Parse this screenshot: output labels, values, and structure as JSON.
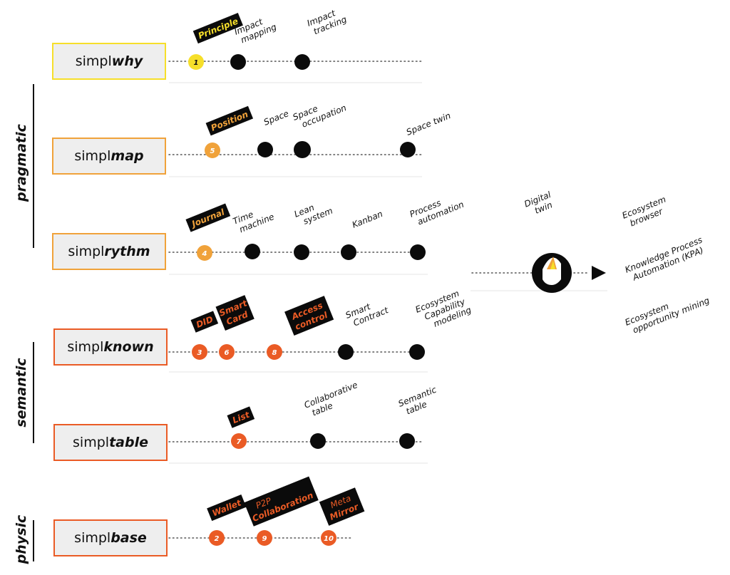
{
  "colors": {
    "yellow": "#f6df2a",
    "orange": "#f0a23a",
    "red": "#ea5b25",
    "black": "#0b0b0b"
  },
  "categories": {
    "pragmatic": "pragmatic",
    "semantic": "semantic",
    "physic": "physic"
  },
  "rows": [
    {
      "id": "why",
      "prefix": "simpl",
      "suffix": "why",
      "color": "#f6df2a"
    },
    {
      "id": "map",
      "prefix": "simpl",
      "suffix": "map",
      "color": "#f0a23a"
    },
    {
      "id": "rythm",
      "prefix": "simpl",
      "suffix": "rythm",
      "color": "#f0a23a"
    },
    {
      "id": "known",
      "prefix": "simpl",
      "suffix": "known",
      "color": "#ea5b25"
    },
    {
      "id": "table",
      "prefix": "simpl",
      "suffix": "table",
      "color": "#ea5b25"
    },
    {
      "id": "base",
      "prefix": "simpl",
      "suffix": "base",
      "color": "#ea5b25"
    }
  ],
  "numbered": [
    {
      "n": "1",
      "label": "Principle",
      "color": "yellow",
      "tag": "Principle"
    },
    {
      "n": "5",
      "label": "Position",
      "color": "orange"
    },
    {
      "n": "4",
      "label": "Journal",
      "color": "orange"
    },
    {
      "n": "3",
      "label": "DID",
      "color": "red"
    },
    {
      "n": "6",
      "label": "Smart Card",
      "color": "red"
    },
    {
      "n": "8",
      "label": "Access control",
      "color": "red"
    },
    {
      "n": "7",
      "label": "List",
      "color": "red"
    },
    {
      "n": "2",
      "label": "Wallet",
      "color": "red"
    },
    {
      "n": "9",
      "label": "P2P Collaboration",
      "color": "red"
    },
    {
      "n": "10",
      "label": "Meta Mirror",
      "color": "red"
    }
  ],
  "tags": {
    "principle": "Principle",
    "position": "Position",
    "journal": "Journal",
    "did": "DID",
    "smart_card_1": "Smart",
    "smart_card_2": "Card",
    "access_1": "Access",
    "access_2": "control",
    "list": "List",
    "wallet": "Wallet",
    "p2p": "P2P",
    "collaboration": "Collaboration",
    "meta": "Meta",
    "mirror": "Mirror"
  },
  "labels": {
    "impact_mapping_1": "Impact",
    "impact_mapping_2": "mapping",
    "impact_tracking_1": "Impact",
    "impact_tracking_2": "tracking",
    "space": "Space",
    "space_occ_1": "Space",
    "space_occ_2": "occupation",
    "space_twin": "Space twin",
    "time_machine_1": "Time",
    "time_machine_2": "machine",
    "lean_1": "Lean",
    "lean_2": "system",
    "kanban": "Kanban",
    "process_1": "Process",
    "process_2": "automation",
    "smart_contract_1": "Smart",
    "smart_contract_2": "Contract",
    "eco_cap_1": "Ecosystem",
    "eco_cap_2": "Capability",
    "eco_cap_3": "modeling",
    "collab_table_1": "Collaborative",
    "collab_table_2": "table",
    "semantic_table_1": "Semantic",
    "semantic_table_2": "table",
    "digital_twin_1": "Digital",
    "digital_twin_2": "twin",
    "eco_browser_1": "Ecosystem",
    "eco_browser_2": "browser",
    "kpa_1": "Knowledge Process",
    "kpa_2": "Automation (KPA)",
    "eco_opp_1": "Ecosystem",
    "eco_opp_2": "opportunity mining"
  }
}
